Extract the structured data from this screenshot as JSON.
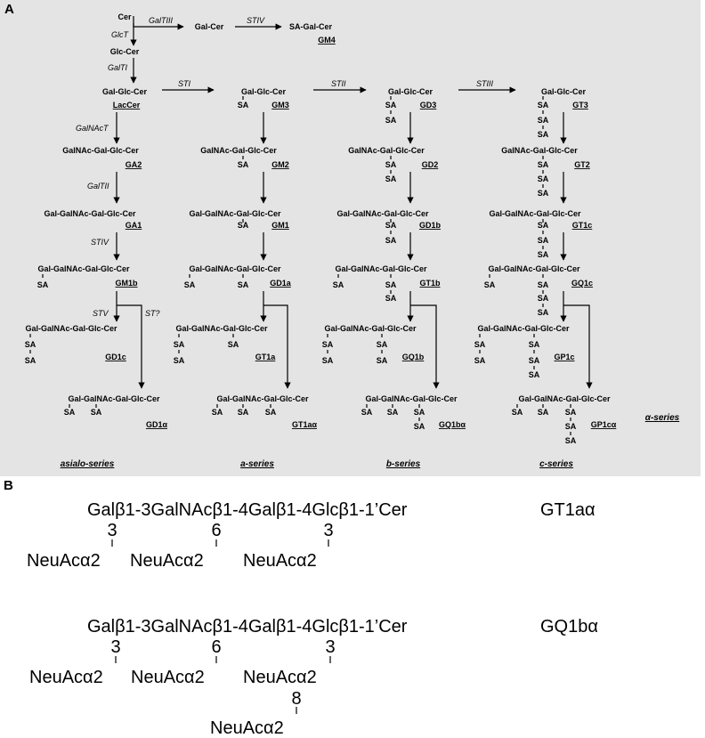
{
  "panel_a": {
    "label": "A",
    "top": {
      "cer": "Cer",
      "gal_cer": "Gal-Cer",
      "sa_gal_cer": "SA-Gal-Cer",
      "gm4": "GM4",
      "glc_cer": "Glc-Cer"
    },
    "enzymes": {
      "galtiii": "GalTIII",
      "stiv_top": "STIV",
      "glct": "GlcT",
      "galti": "GalTI",
      "sti": "STI",
      "stii": "STII",
      "stiii": "STIII",
      "galnact": "GalNAcT",
      "galtii": "GalTII",
      "stiv": "STIV",
      "stv": "STV",
      "st_q": "ST?"
    },
    "asialo": {
      "r1": "Gal-Glc-Cer",
      "c1": "LacCer",
      "r2": "GalNAc-Gal-Glc-Cer",
      "c2": "GA2",
      "r3": "Gal-GalNAc-Gal-Glc-Cer",
      "c3": "GA1",
      "r4": "Gal-GalNAc-Gal-Glc-Cer",
      "c4": "GM1b",
      "r5": "Gal-GalNAc-Gal-Glc-Cer",
      "c5": "GD1c",
      "r6": "Gal-GalNAc-Gal-Glc-Cer",
      "c6": "GD1α"
    },
    "a": {
      "r1": "Gal-Glc-Cer",
      "c1": "GM3",
      "r2": "GalNAc-Gal-Glc-Cer",
      "c2": "GM2",
      "r3": "Gal-GalNAc-Gal-Glc-Cer",
      "c3": "GM1",
      "r4": "Gal-GalNAc-Gal-Glc-Cer",
      "c4": "GD1a",
      "r5": "Gal-GalNAc-Gal-Glc-Cer",
      "c5": "GT1a",
      "r6": "Gal-GalNAc-Gal-Glc-Cer",
      "c6": "GT1aα"
    },
    "b": {
      "r1": "Gal-Glc-Cer",
      "c1": "GD3",
      "r2": "GalNAc-Gal-Glc-Cer",
      "c2": "GD2",
      "r3": "Gal-GalNAc-Gal-Glc-Cer",
      "c3": "GD1b",
      "r4": "Gal-GalNAc-Gal-Glc-Cer",
      "c4": "GT1b",
      "r5": "Gal-GalNAc-Gal-Glc-Cer",
      "c5": "GQ1b",
      "r6": "Gal-GalNAc-Gal-Glc-Cer",
      "c6": "GQ1bα"
    },
    "c": {
      "r1": "Gal-Glc-Cer",
      "c1": "GT3",
      "r2": "GalNAc-Gal-Glc-Cer",
      "c2": "GT2",
      "r3": "Gal-GalNAc-Gal-Glc-Cer",
      "c3": "GT1c",
      "r4": "Gal-GalNAc-Gal-Glc-Cer",
      "c4": "GQ1c",
      "r5": "Gal-GalNAc-Gal-Glc-Cer",
      "c5": "GP1c",
      "r6": "Gal-GalNAc-Gal-Glc-Cer",
      "c6": "GP1cα"
    },
    "sa": "SA",
    "series": {
      "asialo": "asialo-series",
      "a": "a-series",
      "b": "b-series",
      "c": "c-series",
      "alpha": "α-series"
    }
  },
  "panel_b": {
    "label": "B",
    "s1": {
      "chain": "Galβ1-3GalNAcβ1-4Galβ1-4Glcβ1-1’Cer",
      "name": "GT1aα",
      "n1": "3",
      "n2": "6",
      "n3": "3",
      "neu": "NeuAcα2"
    },
    "s2": {
      "chain": "Galβ1-3GalNAcβ1-4Galβ1-4Glcβ1-1’Cer",
      "name": "GQ1bα",
      "n1": "3",
      "n2": "6",
      "n3": "3",
      "n4": "8",
      "neu": "NeuAcα2"
    }
  }
}
